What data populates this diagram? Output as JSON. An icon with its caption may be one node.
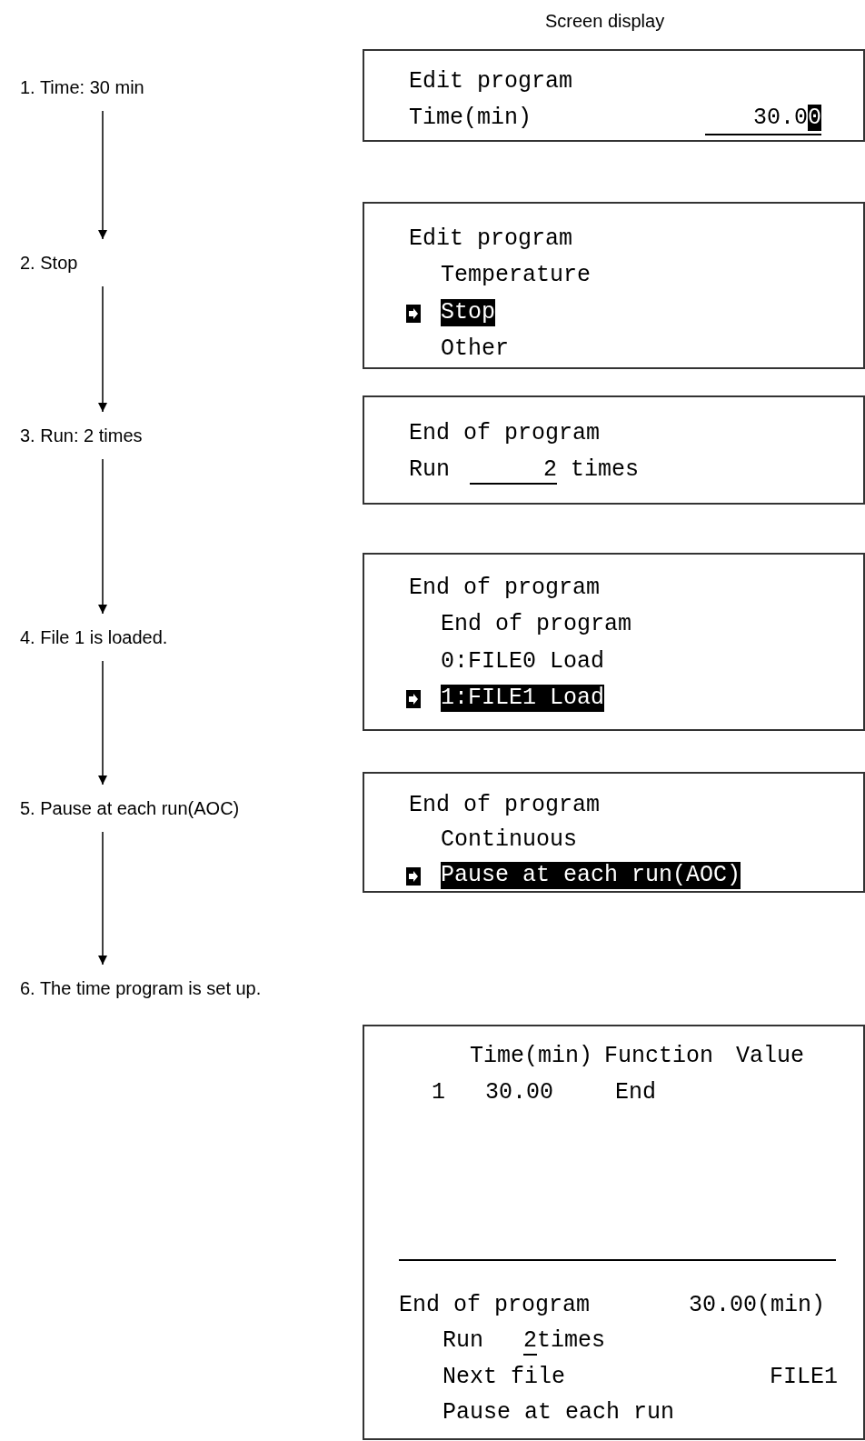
{
  "diagram": {
    "title": "Screen display",
    "nodes": [
      {
        "text": [
          "1. Time: 30 min"
        ]
      },
      {
        "text": [
          "2. Stop"
        ]
      },
      {
        "text": [
          "3. Run: 2 times"
        ]
      },
      {
        "text": [
          "4. File 1 is loaded."
        ]
      },
      {
        "text": [
          "5. Pause at each run(AOC)"
        ]
      },
      {
        "text": [
          "6. The time program is set up."
        ]
      },
      {
        "text": [
          "Edit program",
          "Time(min)",
          "30.00"
        ]
      },
      {
        "text": [
          "Edit program",
          "Temperature",
          "Stop",
          "Other"
        ]
      },
      {
        "text": [
          "End of program",
          "Run",
          "2 times"
        ]
      },
      {
        "text": [
          "End of program",
          "End of program",
          "0:FILE0 Load",
          "1:FILE1 Load"
        ]
      },
      {
        "text": [
          "End of program",
          "Continuous",
          "Pause at each run(AOC)"
        ]
      },
      {
        "text": [
          "Time(min)",
          "Function",
          "Value",
          "1",
          "30.00",
          "End",
          "End of program",
          "30.00(min)",
          "Run",
          "2times",
          "Next file",
          "FILE1",
          "Pause at each run"
        ]
      }
    ],
    "edges": [
      {
        "from": 0,
        "to": 1,
        "arrow": "to"
      },
      {
        "from": 1,
        "to": 2,
        "arrow": "to"
      },
      {
        "from": 2,
        "to": 3,
        "arrow": "to"
      },
      {
        "from": 3,
        "to": 4,
        "arrow": "to"
      },
      {
        "from": 4,
        "to": 5,
        "arrow": "to"
      }
    ]
  }
}
